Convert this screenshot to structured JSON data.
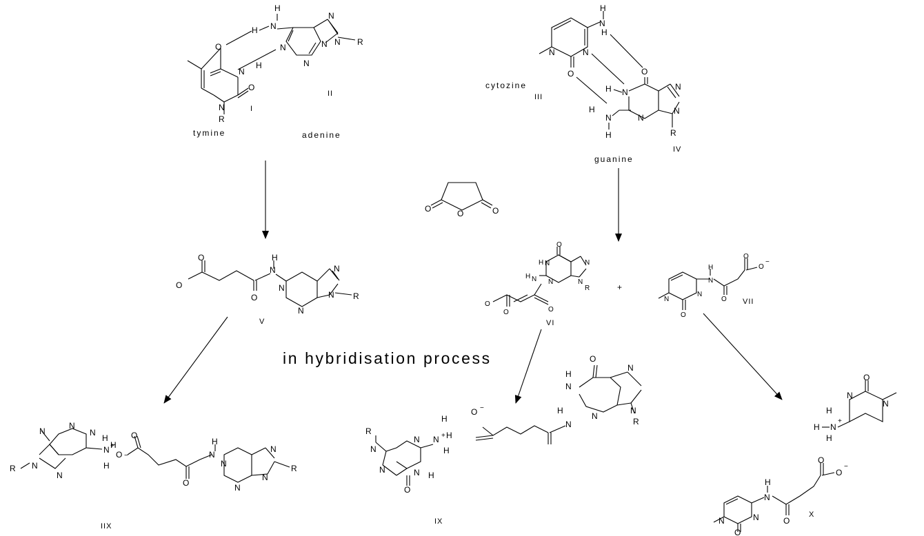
{
  "labels": {
    "thymine": "tymine",
    "adenine": "adenine",
    "cytosine": "cytozine",
    "guanine": "guanine",
    "process": "in hybridisation process"
  },
  "compounds": {
    "I": "I",
    "II": "II",
    "III": "III",
    "IV": "IV",
    "V": "V",
    "VI": "VI",
    "VII": "VII",
    "VIII": "IIX",
    "IX": "IX",
    "X": "X",
    "plus": "+"
  }
}
